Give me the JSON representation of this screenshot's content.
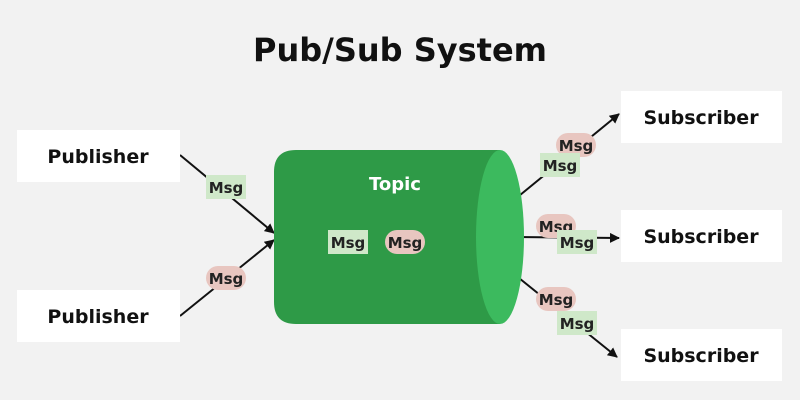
{
  "title": "Pub/Sub System",
  "publishers": [
    {
      "label": "Publisher"
    },
    {
      "label": "Publisher"
    }
  ],
  "subscribers": [
    {
      "label": "Subscriber"
    },
    {
      "label": "Subscriber"
    },
    {
      "label": "Subscriber"
    }
  ],
  "topic": {
    "label": "Topic",
    "messages": [
      {
        "label": "Msg",
        "style": "green"
      },
      {
        "label": "Msg",
        "style": "red"
      }
    ]
  },
  "inbound_messages": [
    {
      "label": "Msg",
      "style": "green"
    },
    {
      "label": "Msg",
      "style": "red"
    }
  ],
  "outbound_messages": [
    {
      "label": "Msg",
      "style": "red"
    },
    {
      "label": "Msg",
      "style": "green"
    },
    {
      "label": "Msg",
      "style": "red"
    },
    {
      "label": "Msg",
      "style": "green"
    },
    {
      "label": "Msg",
      "style": "red"
    },
    {
      "label": "Msg",
      "style": "green"
    }
  ],
  "colors": {
    "background": "#f2f2f2",
    "topic_body": "#2e9a47",
    "topic_end": "#3cba5e",
    "msg_green": "#cfe8c9",
    "msg_red": "#e8c6c0",
    "box_fill": "#ffffff",
    "arrow": "#111111"
  }
}
